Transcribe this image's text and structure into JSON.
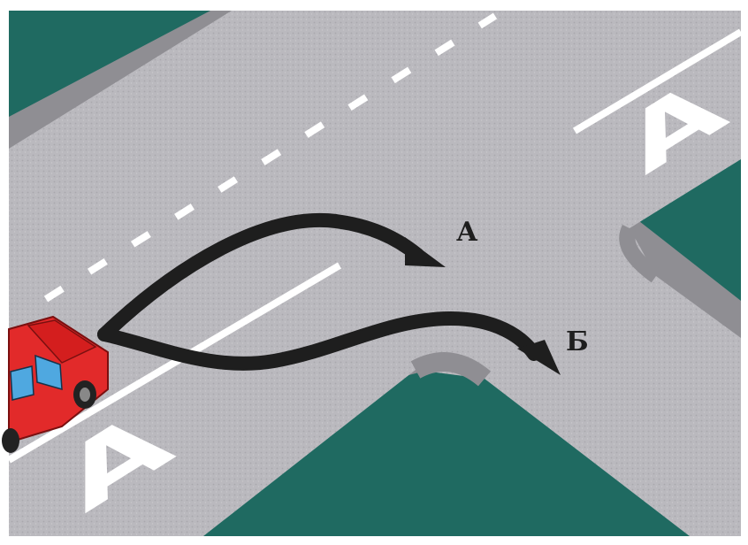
{
  "diagram": {
    "routes": [
      {
        "label": "А"
      },
      {
        "label": "Б"
      }
    ],
    "lane_marking_letter": "А"
  },
  "colors": {
    "grass": "#1f6a61",
    "road": "#b9b8bd",
    "curb": "#8f8e93",
    "marking": "#ffffff",
    "arrow": "#1e1e1e",
    "car_body": "#e22a2a",
    "car_window": "#4fa8e0"
  }
}
